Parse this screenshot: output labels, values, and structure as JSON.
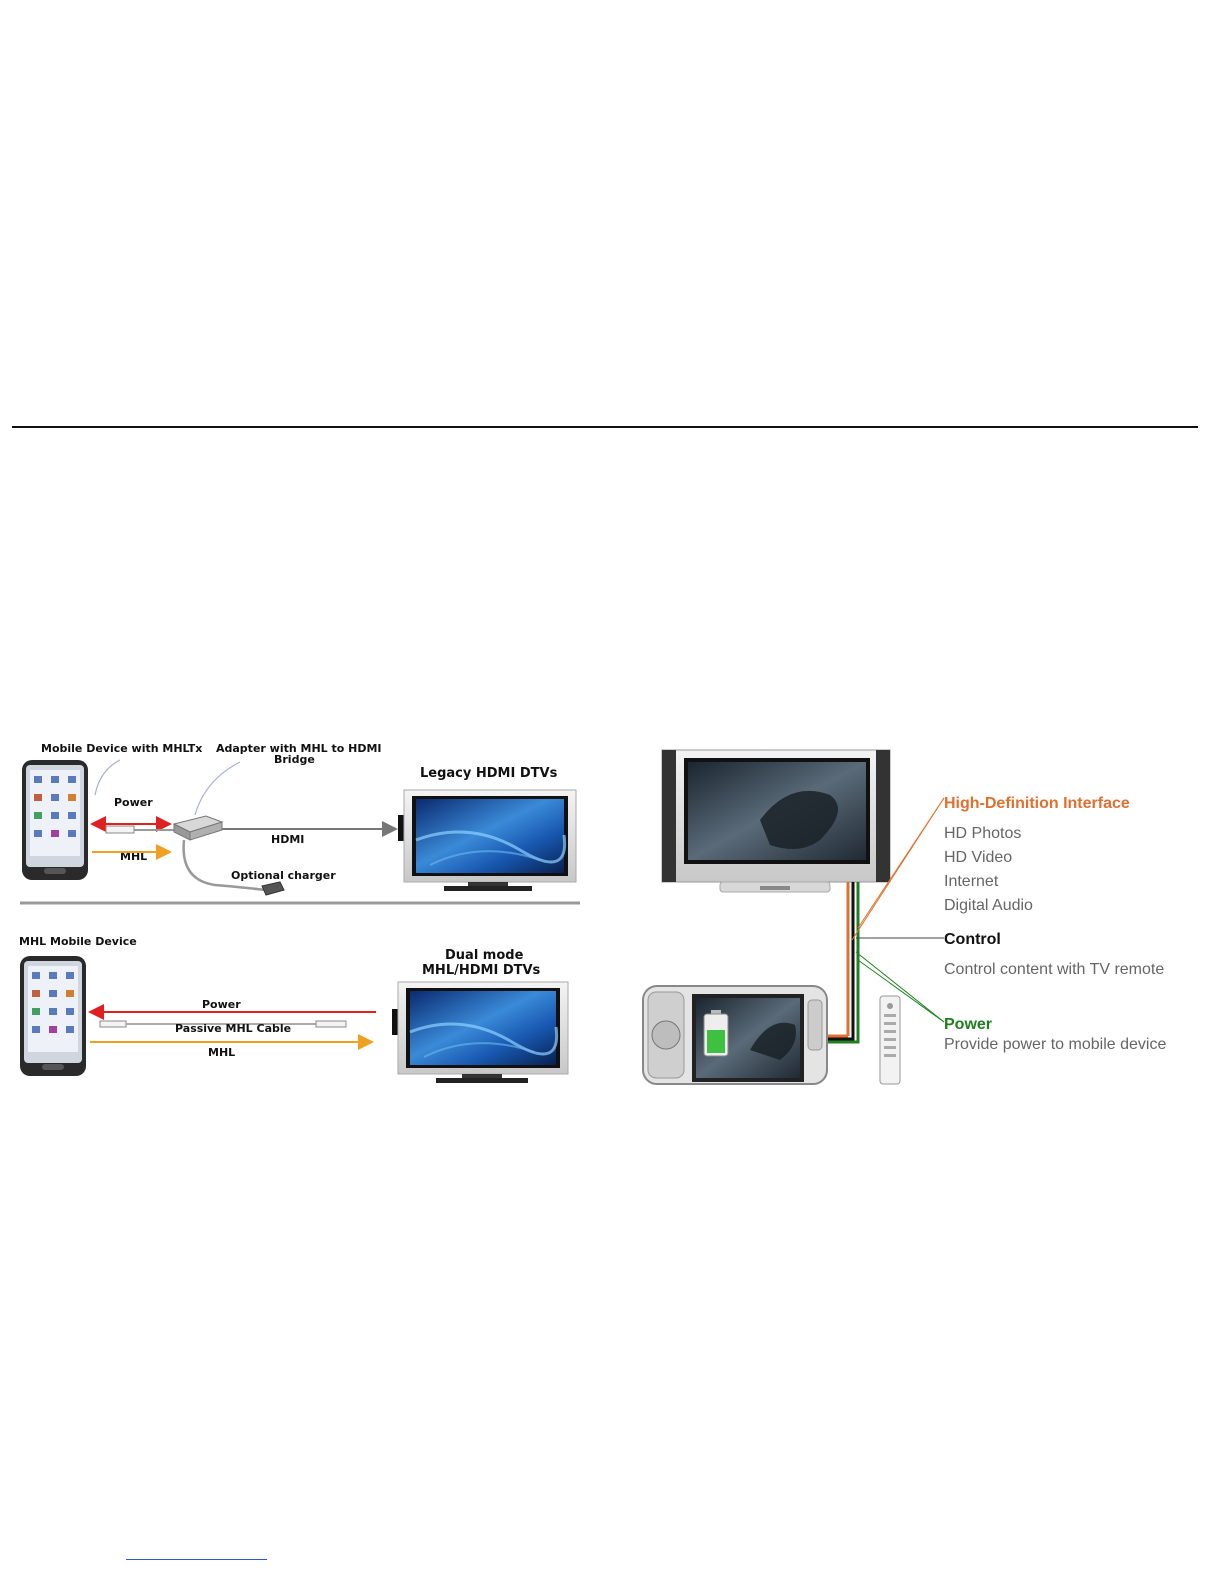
{
  "left_top": {
    "mobile_label": "Mobile Device with MHLTx",
    "adapter_label_1": "Adapter with MHL to HDMI",
    "adapter_label_2": "Bridge",
    "tv_label": "Legacy HDMI DTVs",
    "power": "Power",
    "mhl": "MHL",
    "hdmi": "HDMI",
    "charger": "Optional charger"
  },
  "left_bottom": {
    "mobile_label": "MHL Mobile Device",
    "tv_label_1": "Dual mode",
    "tv_label_2": "MHL/HDMI DTVs",
    "power": "Power",
    "cable": "Passive MHL Cable",
    "mhl": "MHL"
  },
  "right": {
    "hd_title": "High-Definition Interface",
    "hd_items": [
      "HD Photos",
      "HD Video",
      "Internet",
      "Digital Audio"
    ],
    "control_title": "Control",
    "control_desc": "Control content with TV remote",
    "power_title": "Power",
    "power_desc": "Provide power to mobile device"
  },
  "colors": {
    "power": "#e02020",
    "mhl": "#f0a020",
    "hd_orange": "#e07030",
    "power_green": "#208020"
  }
}
